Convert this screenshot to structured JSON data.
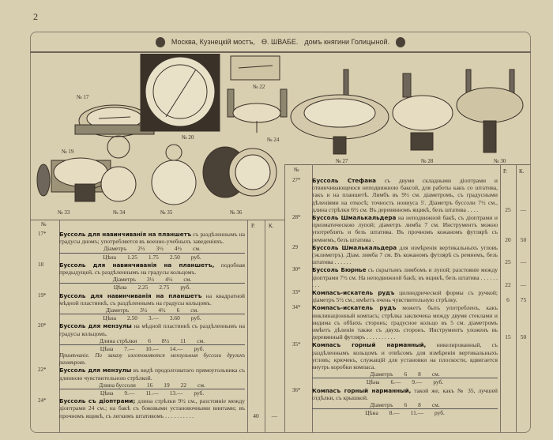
{
  "page_number": "2",
  "header": {
    "city": "Москва, Кузнецкій мостъ,",
    "firm": "Ө. ШВАБЕ.",
    "address": "домъ княгини Голицыной."
  },
  "figures": [
    "№ 17",
    "№ 19",
    "№ 20",
    "№ 22",
    "№ 24",
    "№ 27",
    "№ 28",
    "№ 30",
    "№ 33",
    "№ 34",
    "№ 35",
    "№ 36"
  ],
  "columns": {
    "no": "№",
    "rub": "Р.",
    "kop": "К."
  },
  "left": [
    {
      "no": "17*",
      "title": "Буссоль для навинчиванія на планшетъ",
      "text": "съ раздѣленнымъ на градусы дномъ; употребляется въ военно-учебныхъ заведеніяхъ.",
      "table": [
        [
          "Діаметръ",
          "2½",
          "3½",
          "4½",
          "см."
        ],
        [
          "Цѣна",
          "1.25",
          "1.75",
          "2.50",
          "руб."
        ]
      ]
    },
    {
      "no": "18",
      "title": "Буссоль для навинчиванія на планшетъ,",
      "text": "подобная предыдущей, съ раздѣленнымъ на градусы кольцомъ.",
      "table": [
        [
          "Діаметръ",
          "3½",
          "4½",
          "см."
        ],
        [
          "Цѣна",
          "2.25",
          "2.75",
          "руб."
        ]
      ]
    },
    {
      "no": "19*",
      "title": "Буссоль для навинчиванія на планшетъ",
      "text": "на квадратной мѣдной пластинкѣ, съ раздѣленнымъ на градусы кольцомъ.",
      "table": [
        [
          "Діаметръ",
          "3½",
          "4½",
          "6",
          "см."
        ],
        [
          "Цѣна",
          "2.50",
          "3.—",
          "3.60",
          "руб."
        ]
      ]
    },
    {
      "no": "20*",
      "title": "Буссоль для мензулы",
      "text": "на мѣдной пластинкѣ съ раздѣленнымъ на градусы кольцомъ.",
      "table": [
        [
          "Длина стрѣлки",
          "6",
          "8½",
          "11",
          "см."
        ],
        [
          "Цѣна",
          "7.—",
          "10.—",
          "14.—",
          "руб."
        ]
      ],
      "note": "Примѣчаніе. По заказу изготовляются мензульныя буссоли другихъ размѣровъ."
    },
    {
      "no": "22*",
      "title": "Буссоль для мензулы",
      "text": "въ видѣ продолговатаго прямоугольника съ длинною чувствительною стрѣлкой.",
      "table": [
        [
          "Длина буссоли",
          "16",
          "19",
          "22",
          "см."
        ],
        [
          "Цѣна",
          "9.—",
          "11.—",
          "13.—",
          "руб."
        ]
      ]
    },
    {
      "no": "24*",
      "title": "Буссоль съ діоптрами;",
      "text": "длина стрѣлки 9½ см., разстояніе между діоптрами 24 см.; на бакѣ съ боковыми установочными винтами; въ прочномъ ящикѣ, съ легкимъ штативомъ . . . . . . . . . .",
      "rub": "40",
      "kop": "—"
    }
  ],
  "right": [
    {
      "no": "27*",
      "title": "Буссоль Стефана",
      "text": "съ двумя складными діоптрами и отвинчивающеюся неподвижною баксой, для работы какъ со штатива, такъ и на планшетѣ. Лимбъ въ 9½ см. діаметромъ, съ градусными дѣленіями на откосѣ; точность нониуса 5'. Діаметръ буссоли 7½ см., длина стрѣлки 6½ см. Въ деревянномъ ящикѣ, безъ штатива . . . .",
      "rub": "25",
      "kop": "—"
    },
    {
      "no": "28*",
      "title": "Буссоль Шмалькальдера",
      "text": "на неподвижной бакѣ, съ діоптрами и призматическою лупой; діаметръ лимба 7 см. Инструментъ можно употреблять и безъ штатива. Въ прочномъ кожаномъ футлярѣ съ ремнемъ, безъ штатива .",
      "rub": "20",
      "kop": "50"
    },
    {
      "no": "29",
      "title": "Буссоль Шмалькальдера",
      "text": "для измѣренія вертикальныхъ угловъ (эклиметръ). Діам. лимба 7 см. Въ кожаномъ футлярѣ съ ремнемъ, безъ штатива . . . . . .",
      "rub": "25",
      "kop": "—"
    },
    {
      "no": "30*",
      "title": "Буссоль Бюрнье",
      "text": "съ скрытымъ лимбомъ и лупой; разстояніе между діоптрами 7½ см. На неподвижной бакѣ; въ ящикѣ, безъ штатива . . . . . . . . .",
      "rub": "22",
      "kop": "—"
    },
    {
      "no": "33*",
      "title": "Компасъ-искатель рудъ",
      "text": "цилиндрической формы съ ручкой; діаметръ 5½ см.; имѣетъ очень чувствительную стрѣлку.",
      "rub": "6",
      "kop": "75"
    },
    {
      "no": "34*",
      "title": "Компасъ-искатель рудъ",
      "text": "можетъ быть употребленъ, какъ инклинаціонный компасъ; стрѣлка заключена между двумя стеклами и видима съ обѣихъ сторонъ; градусное кольцо въ 5 см. діаметромъ имѣетъ дѣленія также съ двухъ сторонъ. Инструментъ уложенъ въ деревянный футляръ . . . . . . . . . .",
      "rub": "15",
      "kop": "50"
    },
    {
      "no": "35*",
      "title": "Компасъ горный нарманный,",
      "text": "никелированный, съ раздѣленнымъ кольцомъ и отвѣсомъ для измѣренія вертикальныхъ угловъ; крючекъ, служащій для установки на плоскости, вдвигается внутрь коробки компаса.",
      "table": [
        [
          "Діаметръ",
          "6",
          "8",
          "см."
        ],
        [
          "Цѣна",
          "6.—",
          "9.—",
          "руб."
        ]
      ]
    },
    {
      "no": "36*",
      "title": "Компасъ горный нарманный,",
      "text": "такой же, какъ № 35, лучшей отдѣлки, съ крышкой.",
      "table": [
        [
          "Діаметръ",
          "6",
          "8",
          "см."
        ],
        [
          "Цѣна",
          "8.—",
          "11.—",
          "руб."
        ]
      ]
    }
  ]
}
